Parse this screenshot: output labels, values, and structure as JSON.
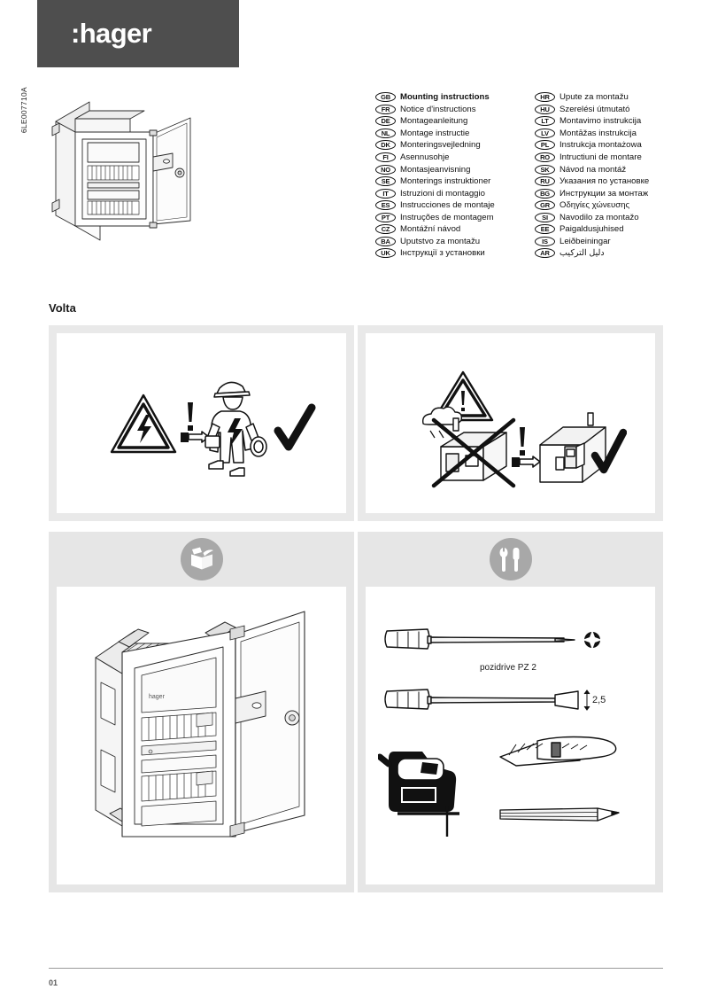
{
  "document": {
    "reference_code": "6LE007710A",
    "page_number": "01",
    "brand": ":hager",
    "product_name": "Volta"
  },
  "languages": {
    "left_column": [
      {
        "code": "GB",
        "title": "Mounting instructions",
        "bold": true
      },
      {
        "code": "FR",
        "title": "Notice d'instructions",
        "bold": false
      },
      {
        "code": "DE",
        "title": "Montageanleitung",
        "bold": false
      },
      {
        "code": "NL",
        "title": "Montage instructie",
        "bold": false
      },
      {
        "code": "DK",
        "title": "Monteringsvejledning",
        "bold": false
      },
      {
        "code": "FI",
        "title": "Asennusohje",
        "bold": false
      },
      {
        "code": "NO",
        "title": "Montasjeanvisning",
        "bold": false
      },
      {
        "code": "SE",
        "title": "Monterings instruktioner",
        "bold": false
      },
      {
        "code": "IT",
        "title": "Istruzioni di montaggio",
        "bold": false
      },
      {
        "code": "ES",
        "title": "Instrucciones de montaje",
        "bold": false
      },
      {
        "code": "PT",
        "title": "Instruções de montagem",
        "bold": false
      },
      {
        "code": "CZ",
        "title": "Montážní návod",
        "bold": false
      },
      {
        "code": "BA",
        "title": "Uputstvo za montažu",
        "bold": false
      },
      {
        "code": "UK",
        "title": "Інструкції з установки",
        "bold": false
      }
    ],
    "right_column": [
      {
        "code": "HR",
        "title": "Upute za montažu",
        "bold": false
      },
      {
        "code": "HU",
        "title": "Szerelési útmutató",
        "bold": false
      },
      {
        "code": "LT",
        "title": "Montavimo instrukcija",
        "bold": false
      },
      {
        "code": "LV",
        "title": "Montāžas instrukcija",
        "bold": false
      },
      {
        "code": "PL",
        "title": "Instrukcja montażowa",
        "bold": false
      },
      {
        "code": "RO",
        "title": "Intructiuni de montare",
        "bold": false
      },
      {
        "code": "SK",
        "title": "Návod na montáž",
        "bold": false
      },
      {
        "code": "RU",
        "title": "Указания по установке",
        "bold": false
      },
      {
        "code": "BG",
        "title": "Инструкции за монтаж",
        "bold": false
      },
      {
        "code": "GR",
        "title": "Οδηγίες χώνευσης",
        "bold": false
      },
      {
        "code": "SI",
        "title": "Navodilo za montažo",
        "bold": false
      },
      {
        "code": "EE",
        "title": "Paigaldusjuhised",
        "bold": false
      },
      {
        "code": "IS",
        "title": "Leiðbeiningar",
        "bold": false
      },
      {
        "code": "AR",
        "title": "دليل التركيب",
        "bold": false,
        "rtl": true
      }
    ]
  },
  "panels": {
    "safety_qualified_person": {
      "name": "qualified-electrician-required",
      "icons": [
        "electrical-hazard-triangle-icon",
        "exclamation-mark-icon",
        "pointing-hand-icon",
        "electrician-figure-icon",
        "checkmark-icon"
      ]
    },
    "safety_indoor_only": {
      "name": "indoor-installation-only",
      "icons": [
        "general-warning-triangle-icon",
        "outdoor-house-crossed-out-icon",
        "exclamation-mark-icon",
        "pointing-hand-icon",
        "indoor-house-icon",
        "checkmark-icon"
      ]
    },
    "scope_of_delivery": {
      "name": "scope-of-delivery",
      "header_icon": "open-box-icon",
      "figure": "volta-distribution-board-icon"
    },
    "required_tools": {
      "name": "required-tools",
      "header_icon": "wrench-and-screwdriver-icon",
      "tools": [
        {
          "name": "pozidriv-screwdriver",
          "label": "pozidrive PZ 2",
          "icon": "pozidriv-cross-icon"
        },
        {
          "name": "flat-screwdriver",
          "label": "2,5",
          "icon": "flat-blade-icon"
        },
        {
          "name": "tape-measure",
          "label": "",
          "icon": "tape-measure-icon"
        },
        {
          "name": "utility-knife",
          "label": "",
          "icon": "cutter-knife-icon"
        },
        {
          "name": "pencil",
          "label": "",
          "icon": "pencil-icon"
        }
      ]
    }
  },
  "colors": {
    "logo_band": "#4e4e4e",
    "panel_border": "#e9e9e9",
    "panel_head": "#e6e6e6",
    "head_icon_circle": "#a8a8a8",
    "footer_rule": "#9a9a9a"
  }
}
